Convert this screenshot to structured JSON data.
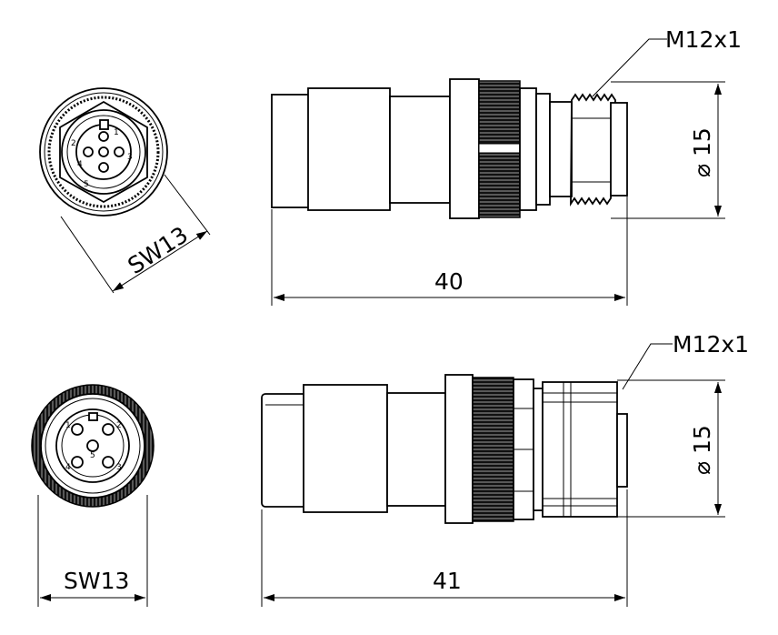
{
  "top": {
    "thread_label": "M12x1",
    "diameter_label": "⌀ 15",
    "length_label": "40",
    "wrench_label": "SW13",
    "pins": [
      "1",
      "2",
      "3",
      "4",
      "5"
    ]
  },
  "bottom": {
    "thread_label": "M12x1",
    "diameter_label": "⌀ 15",
    "length_label": "41",
    "wrench_label": "SW13",
    "pins": [
      "1",
      "2",
      "3",
      "4",
      "5"
    ]
  }
}
